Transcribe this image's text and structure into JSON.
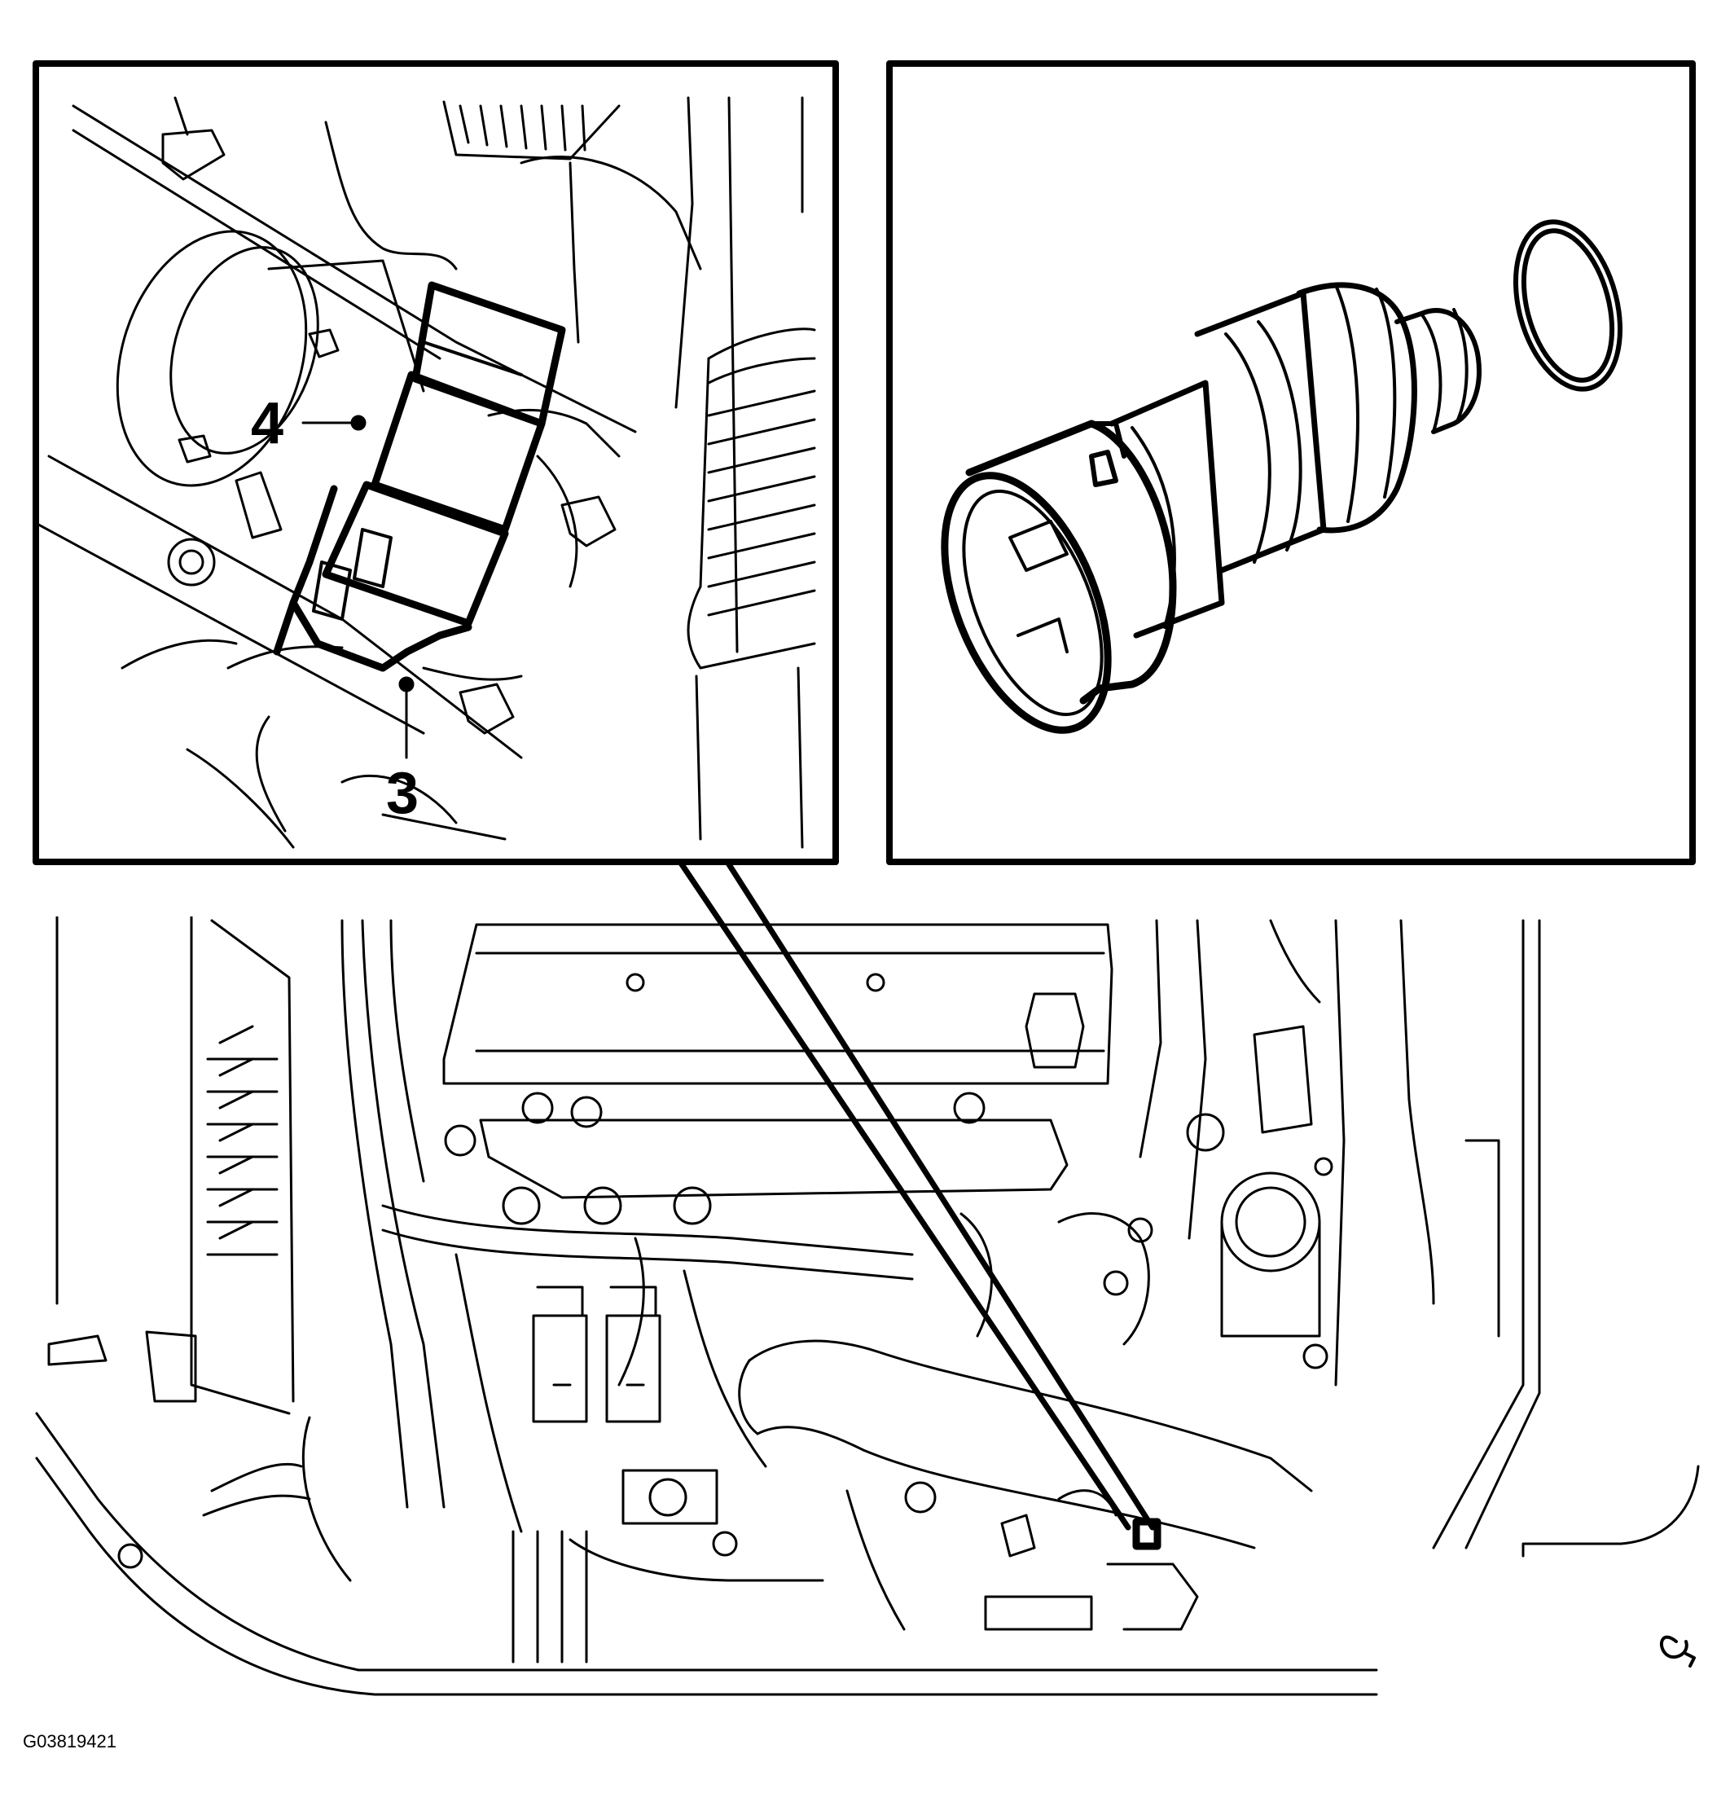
{
  "callouts": {
    "label_4": "4",
    "label_3": "3"
  },
  "figure_id": "G03819421",
  "icons": {
    "orientation_mark": "engine-view-orientation-icon",
    "sensor": "ac-pressure-sensor-icon",
    "o_ring": "o-ring-icon"
  },
  "colors": {
    "ink": "#000000",
    "paper": "#ffffff"
  }
}
